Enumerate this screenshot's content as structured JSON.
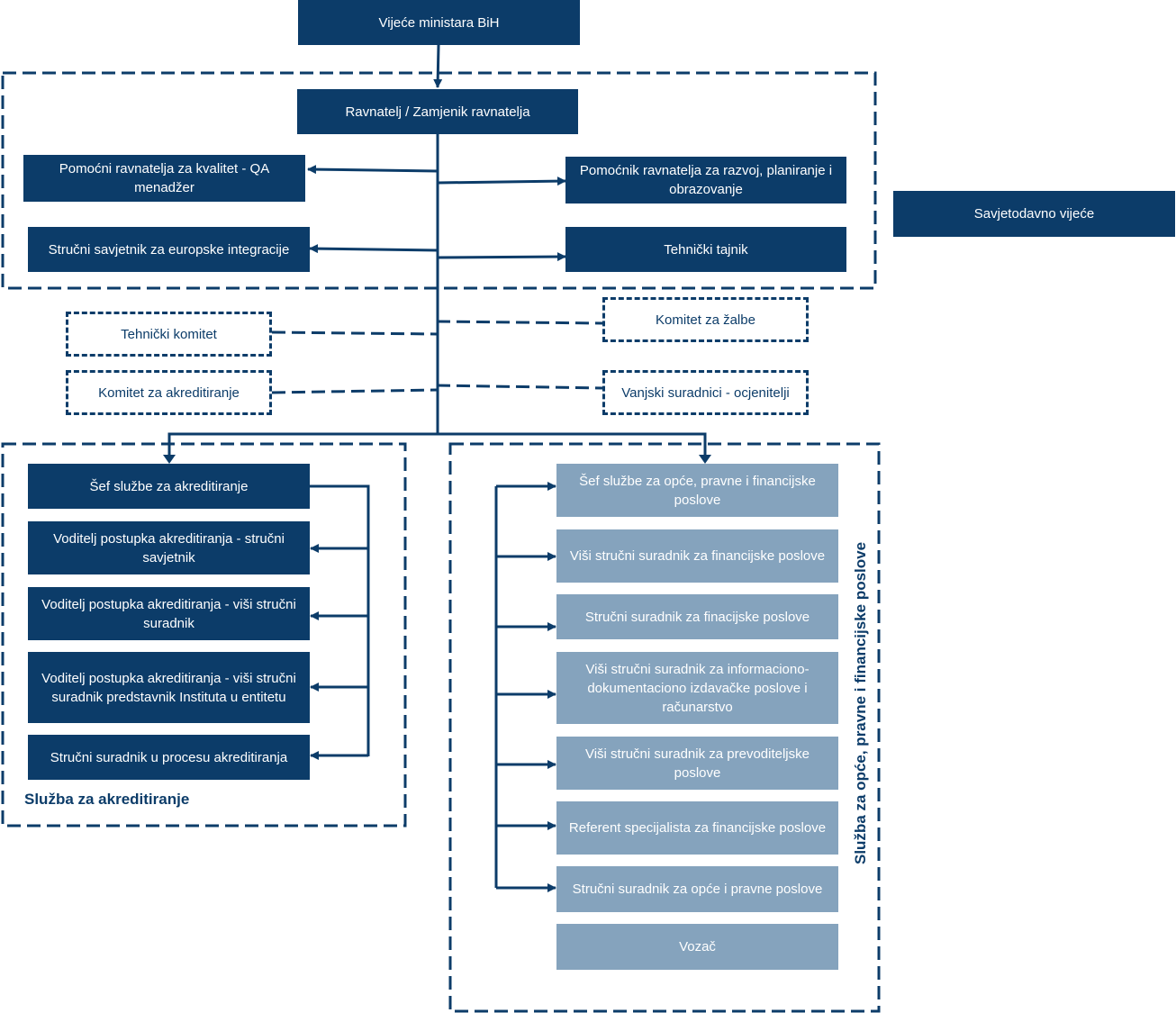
{
  "colors": {
    "dark": "#0c3c69",
    "light": "#85a3bd",
    "line": "#0c3c69"
  },
  "top": {
    "council": "Vijeće ministara BiH",
    "director": "Ravnatelj / Zamjenik ravnatelja",
    "assistant_quality": "Pomoćni ravnatelja za kvalitet - QA menadžer",
    "assistant_development": "Pomoćnik ravnatelja za razvoj, planiranje i obrazovanje",
    "eu_advisor": "Stručni savjetnik za europske integracije",
    "technical_secretary": "Tehnički tajnik",
    "advisory_council": "Savjetodavno vijeće"
  },
  "committees": {
    "technical": "Tehnički komitet",
    "accreditation": "Komitet za akreditiranje",
    "appeals": "Komitet za žalbe",
    "external": "Vanjski suradnici - ocjenitelji"
  },
  "accreditation_service": {
    "label": "Služba za akreditiranje",
    "items": [
      "Šef službe za akreditiranje",
      "Voditelj postupka akreditiranja - stručni savjetnik",
      "Voditelj postupka akreditiranja - viši stručni suradnik",
      "Voditelj postupka akreditiranja - viši stručni suradnik predstavnik Instituta u entitetu",
      "Stručni suradnik u procesu akreditiranja"
    ]
  },
  "general_service": {
    "label": "Služba za opće, pravne i financijske poslove",
    "items": [
      "Šef službe za opće, pravne i financijske poslove",
      "Viši stručni suradnik za financijske poslove",
      "Stručni suradnik za finacijske poslove",
      "Viši stručni suradnik za informaciono-dokumentaciono izdavačke poslove i računarstvo",
      "Viši stručni suradnik za prevoditeljske poslove",
      "Referent specijalista za financijske poslove",
      "Stručni suradnik za opće i pravne poslove",
      "Vozač"
    ]
  }
}
